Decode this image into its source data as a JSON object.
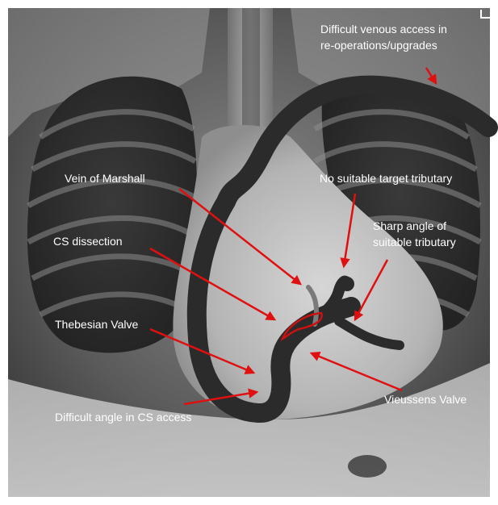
{
  "image": {
    "description_kind": "chest-xray-annotated",
    "colors": {
      "border": "#ffffff",
      "xray_dark": "#2a2a2a",
      "xray_mid": "#6f6f6f",
      "xray_light": "#bdbdbd",
      "sheath": "#2b2b2b",
      "arrow": "#e01010",
      "dissection": "#cc1111",
      "marshall": "#7a7a7a",
      "label_text": "#ffffff"
    }
  },
  "labels": {
    "venous_line1": "Difficult venous access in",
    "venous_line2": "re-operations/upgrades",
    "marshall": "Vein of Marshall",
    "no_target": "No suitable target tributary",
    "sharp_line1": "Sharp angle of",
    "sharp_line2": "suitable tributary",
    "dissection": "CS  dissection",
    "thebesian": "Thebesian Valve",
    "vieussens": "Vieussens Valve",
    "difficult_cs": "Difficult angle in CS access"
  }
}
